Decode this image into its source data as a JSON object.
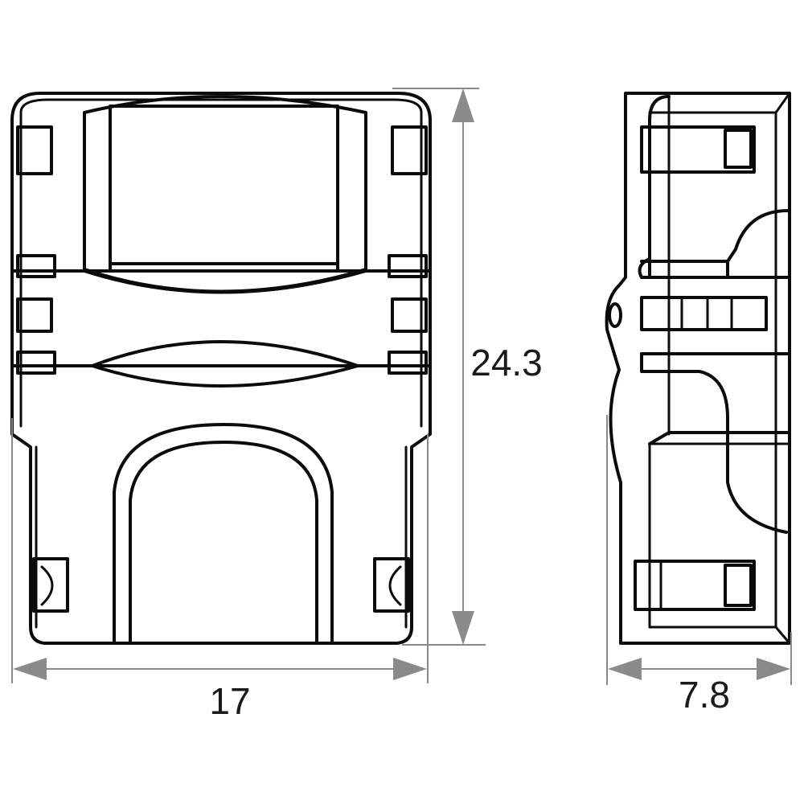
{
  "dimensions": {
    "width_label": "17",
    "height_label": "24.3",
    "depth_label": "7.8"
  },
  "colors": {
    "outline": "#0b0b0b",
    "dimension": "#8a8a8a",
    "background": "#ffffff"
  }
}
